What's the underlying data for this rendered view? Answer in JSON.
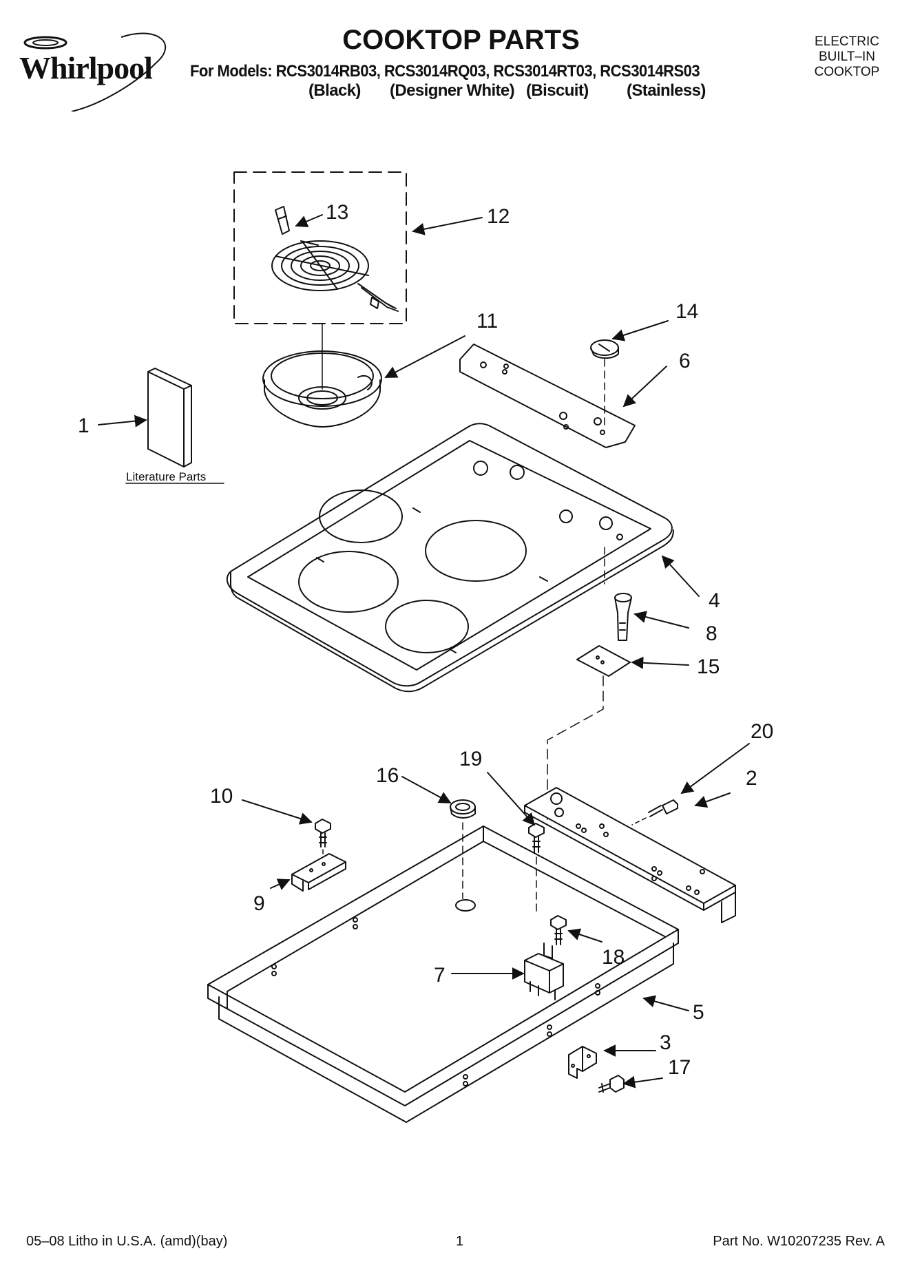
{
  "header": {
    "brand": "Whirlpool",
    "title": "COOKTOP PARTS",
    "models_line": "For Models: RCS3014RB03, RCS3014RQ03, RCS3014RT03, RCS3014RS03",
    "colors": [
      "(Black)",
      "(Designer White)",
      "(Biscuit)",
      "(Stainless)"
    ],
    "type_lines": [
      "ELECTRIC",
      "BUILT–IN",
      "COOKTOP"
    ]
  },
  "diagram": {
    "literature_label": "Literature Parts",
    "callouts": {
      "c1": "1",
      "c2": "2",
      "c3": "3",
      "c4": "4",
      "c5": "5",
      "c6": "6",
      "c7": "7",
      "c8": "8",
      "c9": "9",
      "c10": "10",
      "c11": "11",
      "c12": "12",
      "c13": "13",
      "c14": "14",
      "c15": "15",
      "c16": "16",
      "c17": "17",
      "c18": "18",
      "c19": "19",
      "c20": "20"
    }
  },
  "footer": {
    "left": "05–08 Litho in U.S.A. (amd)(bay)",
    "center": "1",
    "right": "Part No. W10207235 Rev. A"
  }
}
